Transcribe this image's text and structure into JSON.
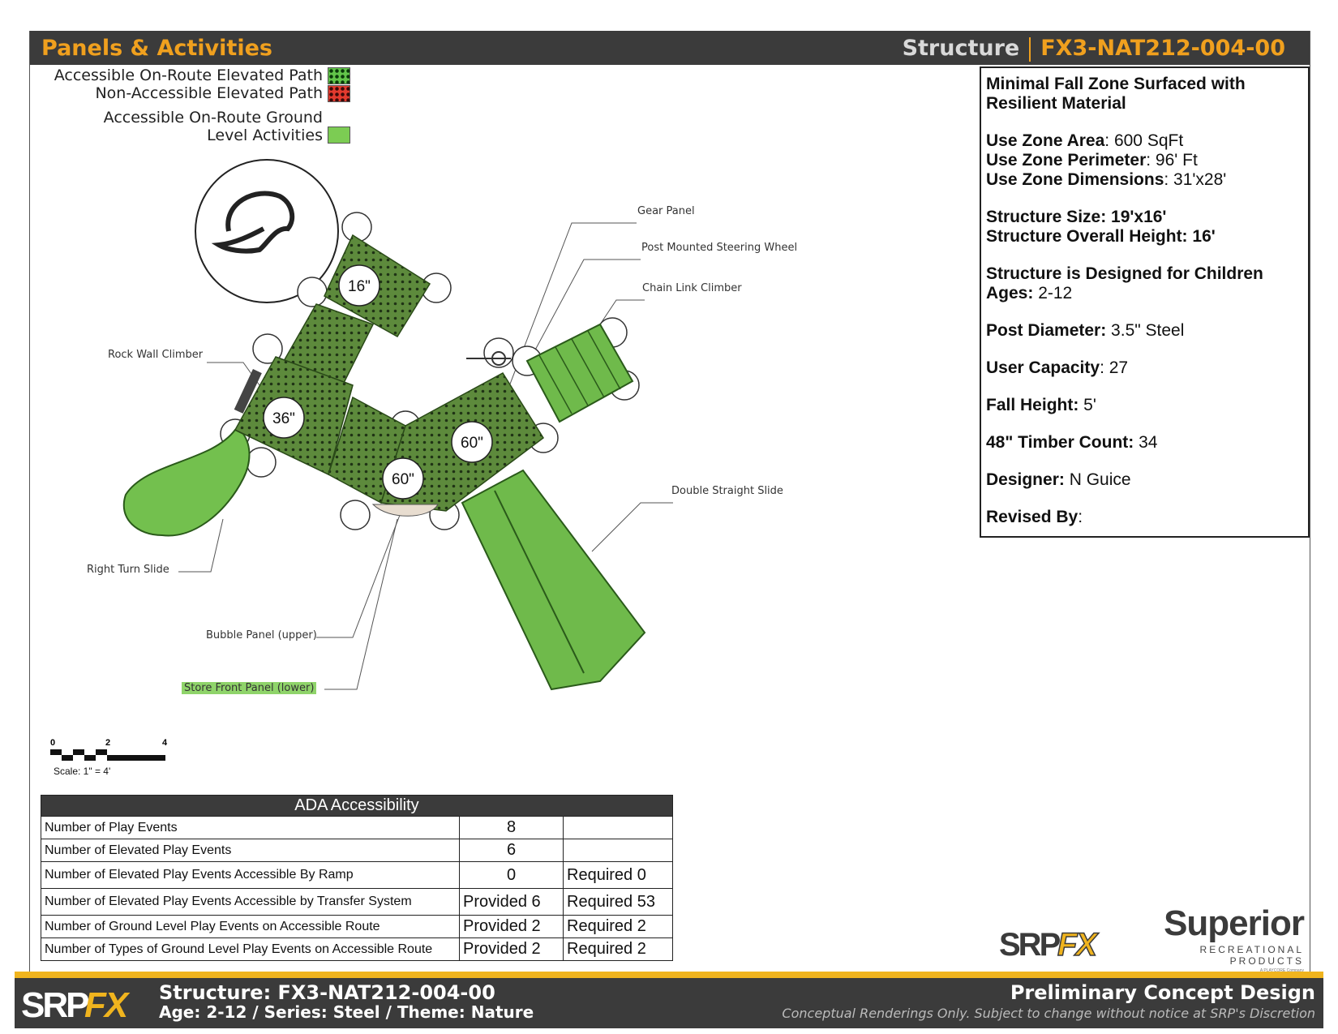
{
  "header": {
    "title": "Panels & Activities",
    "structure_label": "Structure",
    "structure_code": "FX3-NAT212-004-00"
  },
  "legend": [
    {
      "label": "Accessible On-Route Elevated Path",
      "swatch": "green-dots"
    },
    {
      "label": "Non-Accessible Elevated Path",
      "swatch": "red-dots"
    },
    {
      "label": "Accessible On-Route Ground Level Activities",
      "swatch": "green-solid"
    }
  ],
  "info": {
    "surfacing": "Minimal Fall Zone Surfaced with Resilient Material",
    "use_zone_area_label": "Use Zone Area",
    "use_zone_area_value": ": 600 SqFt",
    "use_zone_perimeter_label": "Use Zone Perimeter",
    "use_zone_perimeter_value": ": 96' Ft",
    "use_zone_dimensions_label": "Use Zone Dimensions",
    "use_zone_dimensions_value": ": 31'x28'",
    "structure_size": "Structure Size: 19'x16'",
    "structure_height": "Structure Overall Height: 16'",
    "designed_for": "Structure is Designed for Children",
    "ages_label": "Ages:",
    "ages_value": " 2-12",
    "post_label": "Post Diameter:",
    "post_value": " 3.5\" Steel",
    "capacity_label": "User Capacity",
    "capacity_value": ": 27",
    "fall_label": "Fall Height:",
    "fall_value": " 5'",
    "timber_label": "48\" Timber Count:",
    "timber_value": " 34",
    "designer_label": "Designer:",
    "designer_value": " N Guice",
    "revised_label": "Revised By",
    "revised_value": ":"
  },
  "callouts": {
    "gear_panel": "Gear Panel",
    "steering_wheel": "Post Mounted Steering Wheel",
    "chain_link": "Chain Link Climber",
    "rock_wall": "Rock Wall Climber",
    "double_slide": "Double Straight Slide",
    "right_turn_slide": "Right Turn Slide",
    "bubble_panel": "Bubble Panel (upper)",
    "store_front": "Store Front Panel (lower)"
  },
  "deck_heights": {
    "d1": "16\"",
    "d2": "36\"",
    "d3": "60\"",
    "d4": "60\""
  },
  "scale": {
    "t0": "0",
    "t2": "2",
    "t4": "4",
    "label": "Scale: 1\" = 4'"
  },
  "ada": {
    "title": "ADA Accessibility",
    "rows": [
      {
        "label": "Number of Play Events",
        "provided": "8",
        "required": ""
      },
      {
        "label": "Number of Elevated Play Events",
        "provided": "6",
        "required": ""
      },
      {
        "label": "Number of Elevated Play Events Accessible By Ramp",
        "provided": "0",
        "required": "Required 0"
      },
      {
        "label": "Number of Elevated Play Events Accessible by Transfer System",
        "provided": "Provided 6",
        "required": "Required 53"
      },
      {
        "label": "Number of Ground Level Play Events on Accessible Route",
        "provided": "Provided 2",
        "required": "Required 2"
      },
      {
        "label": "Number of Types of Ground Level Play Events on Accessible Route",
        "provided": "Provided 2",
        "required": "Required 2"
      }
    ]
  },
  "logos": {
    "srpfx": "SRPFX",
    "superior": "Superior",
    "superior_sub": "RECREATIONAL PRODUCTS",
    "superior_tiny": "A PLAYCORE Company"
  },
  "footer": {
    "line1": "Structure: FX3-NAT212-004-00",
    "line2": "Age: 2-12 / Series: Steel / Theme: Nature",
    "right1": "Preliminary Concept Design",
    "right2": "Conceptual Renderings Only. Subject to change without notice at SRP's Discretion"
  },
  "colors": {
    "accent": "#f0a01e",
    "bar": "#3b3b3b",
    "green": "#5fb548",
    "deck": "#5d8a3c"
  }
}
